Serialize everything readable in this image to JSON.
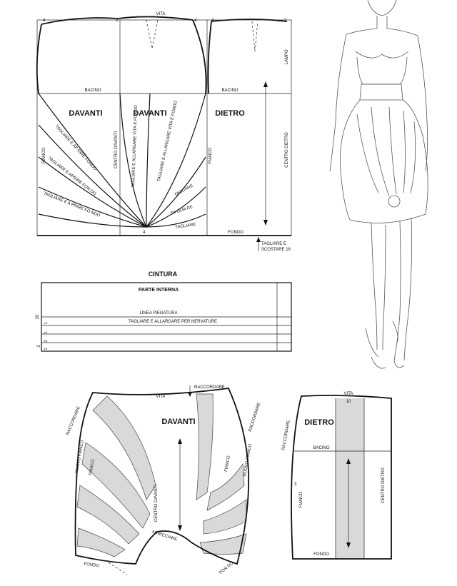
{
  "top_pattern": {
    "vita": "VITA",
    "bacino_left": "BACINO",
    "bacino_right": "BACINO",
    "davanti_1": "DAVANTI",
    "davanti_2": "DAVANTI",
    "dietro": "DIETRO",
    "lampo": "LAMPO",
    "fianco_left": "FIANCO",
    "fianco_right": "FIANCO",
    "centro_davanti": "CENTRO DAVANTI",
    "centro_dietro": "CENTRO DIETRO",
    "fondo": "FONDO",
    "tagliare_scostare": "TAGLIARE E",
    "tagliare_scostare_2": "SCOSTARE 16",
    "cut_vita_fondo": "TAGLIARE E ALLARGARE VITA E FONDO",
    "cut_vita_fondo_2": "TAGLIARE E ALLARGARE VITA E FONDO",
    "cut_aprire_1": "TAGLIARE E AP RIRE FONDO",
    "cut_aprire_2": "TAGLIARE E APRIRE FON DO",
    "cut_aprire_3": "TAGLIARE E A PRIRE FO NDO",
    "cut_right_1": "TAGLIARE",
    "cut_right_2": "TA GLIA RE",
    "cut_right_3": "TAGLIARE",
    "num_4a": "4",
    "num_2a": "2",
    "num_4b": "4",
    "num_4c": "4",
    "num_2b": "2",
    "num_4d": "4"
  },
  "cintura": {
    "title": "CINTURA",
    "parte_interna": "PARTE INTERNA",
    "linea_piegatura": "LINEA PIEGATURA",
    "tagliare_nervature": "TAGLIARE E ALLARGARE PER  NERVATURE",
    "side_20": "20",
    "side_2a": "2",
    "side_2b": "2",
    "mark_1a": "1",
    "mark_1b": "1",
    "mark_1c": "1"
  },
  "bottom_front": {
    "vita": "VITA",
    "raccordare_top": "RACCORDARE",
    "raccordare_left": "RACCORDARE",
    "raccordare_right": "RACCORDARE",
    "davanti": "DAVANTI",
    "nuovo_fianco_left": "NUOVO FIANCO",
    "nuovo_fianco_right": "NUOVO FIANCO",
    "fianco_left": "FIANCO",
    "fianco_right": "FIANCO",
    "centro_davanti": "CENTRO DAVANTI",
    "arricciare": "ARRICCIARE",
    "fondo_left": "FONDO",
    "fondo_right": "FON DO"
  },
  "bottom_back": {
    "vita": "VITA",
    "num_10": "10",
    "dietro": "DIETRO",
    "raccordare": "RACCORDARE",
    "bacino": "BACINO",
    "num_3": "3",
    "fianco": "FIANCO",
    "centro_dietro": "CENTRO DIETRO",
    "fondo": "FONDO"
  }
}
